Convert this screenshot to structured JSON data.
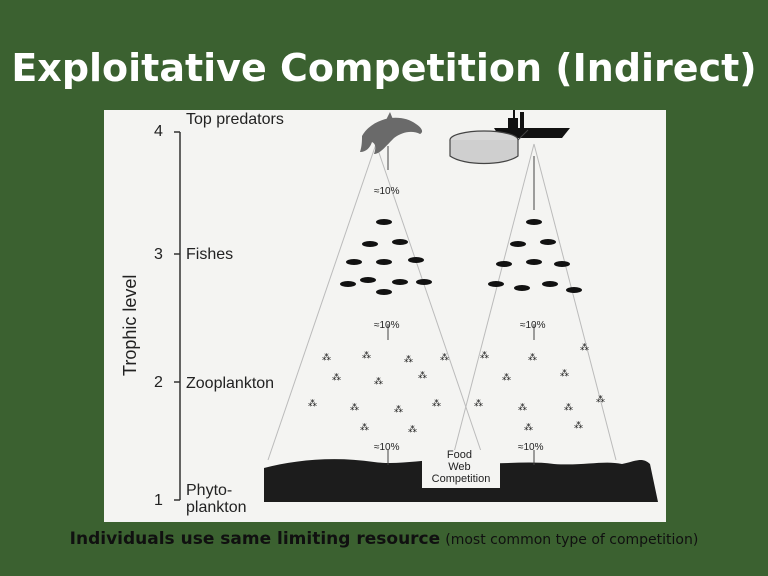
{
  "slide": {
    "title": "Exploitative Competition (Indirect)",
    "caption_bold": "Individuals use same limiting resource",
    "caption_rest": "(most common type of competition)"
  },
  "figure": {
    "axis_label": "Trophic level",
    "levels": [
      {
        "num": "4",
        "label": "Top predators"
      },
      {
        "num": "3",
        "label": "Fishes"
      },
      {
        "num": "2",
        "label": "Zooplankton"
      },
      {
        "num": "1",
        "label": "Phyto-\nplankton"
      }
    ],
    "transfer_label": "≈10%",
    "competition_label": "Food\nWeb\nCompetition"
  },
  "colors": {
    "background": "#3b6130",
    "title": "#ffffff",
    "figure_bg": "#f4f4f2",
    "ink": "#1a1a1a"
  }
}
